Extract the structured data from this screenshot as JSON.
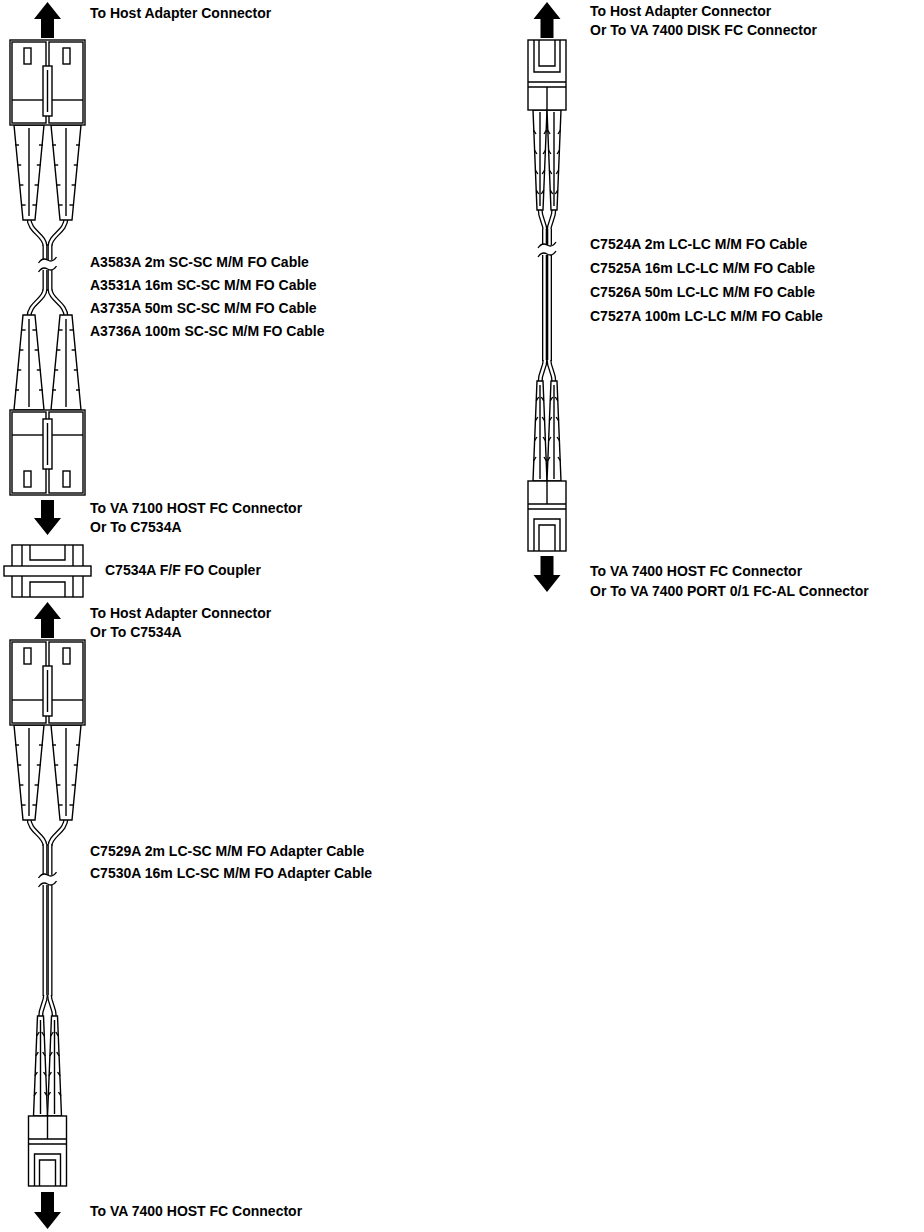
{
  "diagram": {
    "labels": [
      "To Host Adapter Connector",
      "To Host Adapter Connector",
      "Or To VA 7400 DISK FC Connector",
      "A3583A 2m SC-SC M/M FO Cable",
      "C7524A 2m LC-LC M/M FO Cable",
      "A3531A 16m SC-SC M/M FO Cable",
      "C7525A 16m LC-LC M/M FO Cable",
      "A3735A 50m SC-SC M/M FO Cable",
      "C7526A 50m LC-LC M/M FO Cable",
      "A3736A 100m SC-SC M/M FO Cable",
      "C7527A 100m LC-LC M/M FO Cable",
      "To VA 7400 HOST FC Connector",
      "Or To VA 7400 PORT 0/1 FC-AL Connector",
      "To VA 7100 HOST FC Connector",
      "Or To C7534A",
      "C7534A F/F FO Coupler",
      "To Host Adapter Connector",
      "Or To C7534A",
      "C7529A 2m LC-SC M/M FO Adapter Cable",
      "C7530A 16m LC-SC M/M FO Adapter Cable",
      "To VA 7400 HOST FC Connector"
    ]
  }
}
